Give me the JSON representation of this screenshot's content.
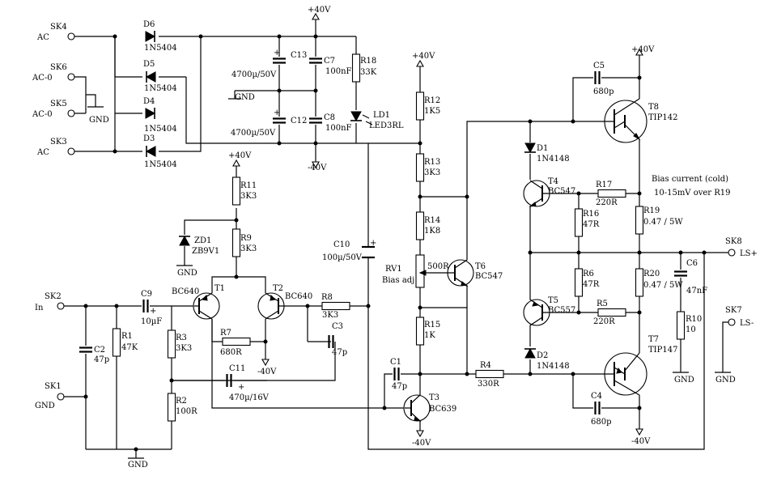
{
  "connectors": {
    "sk4": {
      "ref": "SK4",
      "label": "AC"
    },
    "sk6": {
      "ref": "SK6",
      "label": "AC-0"
    },
    "sk5": {
      "ref": "SK5",
      "label": "AC-0"
    },
    "sk3": {
      "ref": "SK3",
      "label": "AC"
    },
    "sk2": {
      "ref": "SK2",
      "label": "In"
    },
    "sk1": {
      "ref": "SK1",
      "label": "GND"
    },
    "sk8": {
      "ref": "SK8",
      "label": "LS+"
    },
    "sk7": {
      "ref": "SK7",
      "label": "LS-"
    }
  },
  "diodes": {
    "d6": {
      "ref": "D6",
      "value": "1N5404"
    },
    "d5": {
      "ref": "D5",
      "value": "1N5404"
    },
    "d4": {
      "ref": "D4",
      "value": "1N5404"
    },
    "d3": {
      "ref": "D3",
      "value": "1N5404"
    },
    "d1": {
      "ref": "D1",
      "value": "1N4148"
    },
    "d2": {
      "ref": "D2",
      "value": "1N4148"
    },
    "zd1": {
      "ref": "ZD1",
      "value": "ZB9V1"
    },
    "ld1": {
      "ref": "LD1",
      "value": "LED3RL"
    }
  },
  "capacitors": {
    "c13": {
      "ref": "C13",
      "value": "4700µ/50V"
    },
    "c12": {
      "ref": "C12",
      "value": "4700µ/50V"
    },
    "c7": {
      "ref": "C7",
      "value": "100nF"
    },
    "c8": {
      "ref": "C8",
      "value": "100nF"
    },
    "c9": {
      "ref": "C9",
      "value": "10µF"
    },
    "c2": {
      "ref": "C2",
      "value": "47p"
    },
    "c11": {
      "ref": "C11",
      "value": "470µ/16V"
    },
    "c3": {
      "ref": "C3",
      "value": "47p"
    },
    "c10": {
      "ref": "C10",
      "value": "100µ/50V"
    },
    "c1": {
      "ref": "C1",
      "value": "47p"
    },
    "c5": {
      "ref": "C5",
      "value": "680p"
    },
    "c4": {
      "ref": "C4",
      "value": "680p"
    },
    "c6": {
      "ref": "C6",
      "value": "47nF"
    }
  },
  "resistors": {
    "r18": {
      "ref": "R18",
      "value": "33K"
    },
    "r11": {
      "ref": "R11",
      "value": "3K3"
    },
    "r9": {
      "ref": "R9",
      "value": "3K3"
    },
    "r1": {
      "ref": "R1",
      "value": "47K"
    },
    "r3": {
      "ref": "R3",
      "value": "3K3"
    },
    "r2": {
      "ref": "R2",
      "value": "100R"
    },
    "r7": {
      "ref": "R7",
      "value": "680R"
    },
    "r8": {
      "ref": "R8",
      "value": "3K3"
    },
    "r12": {
      "ref": "R12",
      "value": "1K5"
    },
    "r13": {
      "ref": "R13",
      "value": "3K3"
    },
    "r14": {
      "ref": "R14",
      "value": "1K8"
    },
    "r15": {
      "ref": "R15",
      "value": "1K"
    },
    "r4": {
      "ref": "R4",
      "value": "330R"
    },
    "r17": {
      "ref": "R17",
      "value": "220R"
    },
    "r16": {
      "ref": "R16",
      "value": "47R"
    },
    "r6": {
      "ref": "R6",
      "value": "47R"
    },
    "r5": {
      "ref": "R5",
      "value": "220R"
    },
    "r19": {
      "ref": "R19",
      "value": "0.47 / 5W"
    },
    "r20": {
      "ref": "R20",
      "value": "0.47 / 5W"
    },
    "r10": {
      "ref": "R10",
      "value": "10"
    },
    "rv1": {
      "ref": "RV1",
      "value": "500R",
      "note": "Bias adj"
    }
  },
  "transistors": {
    "t1": {
      "ref": "T1",
      "value": "BC640"
    },
    "t2": {
      "ref": "T2",
      "value": "BC640"
    },
    "t3": {
      "ref": "T3",
      "value": "BC639"
    },
    "t6": {
      "ref": "T6",
      "value": "BC547"
    },
    "t4": {
      "ref": "T4",
      "value": "BC547"
    },
    "t5": {
      "ref": "T5",
      "value": "BC557"
    },
    "t8": {
      "ref": "T8",
      "value": "TIP142"
    },
    "t7": {
      "ref": "T7",
      "value": "TIP147"
    }
  },
  "rails": {
    "pos": "+40V",
    "neg": "-40V",
    "gnd": "GND"
  },
  "notes": {
    "bias_line1": "Bias current (cold)",
    "bias_line2": "10-15mV over R19"
  }
}
